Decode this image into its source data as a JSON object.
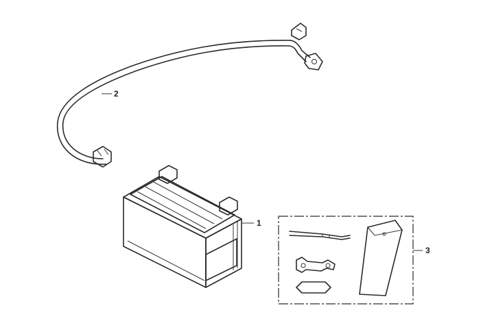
{
  "callouts": {
    "battery": "1",
    "cable": "2",
    "tool_kit": "3"
  },
  "colors": {
    "line": "#2a2a2a",
    "battery_side": "#c9c9c9",
    "battery_front": "#dcdcdc",
    "battery_top": "#b5b5b5",
    "tool_fill": "#d6d6d6"
  }
}
